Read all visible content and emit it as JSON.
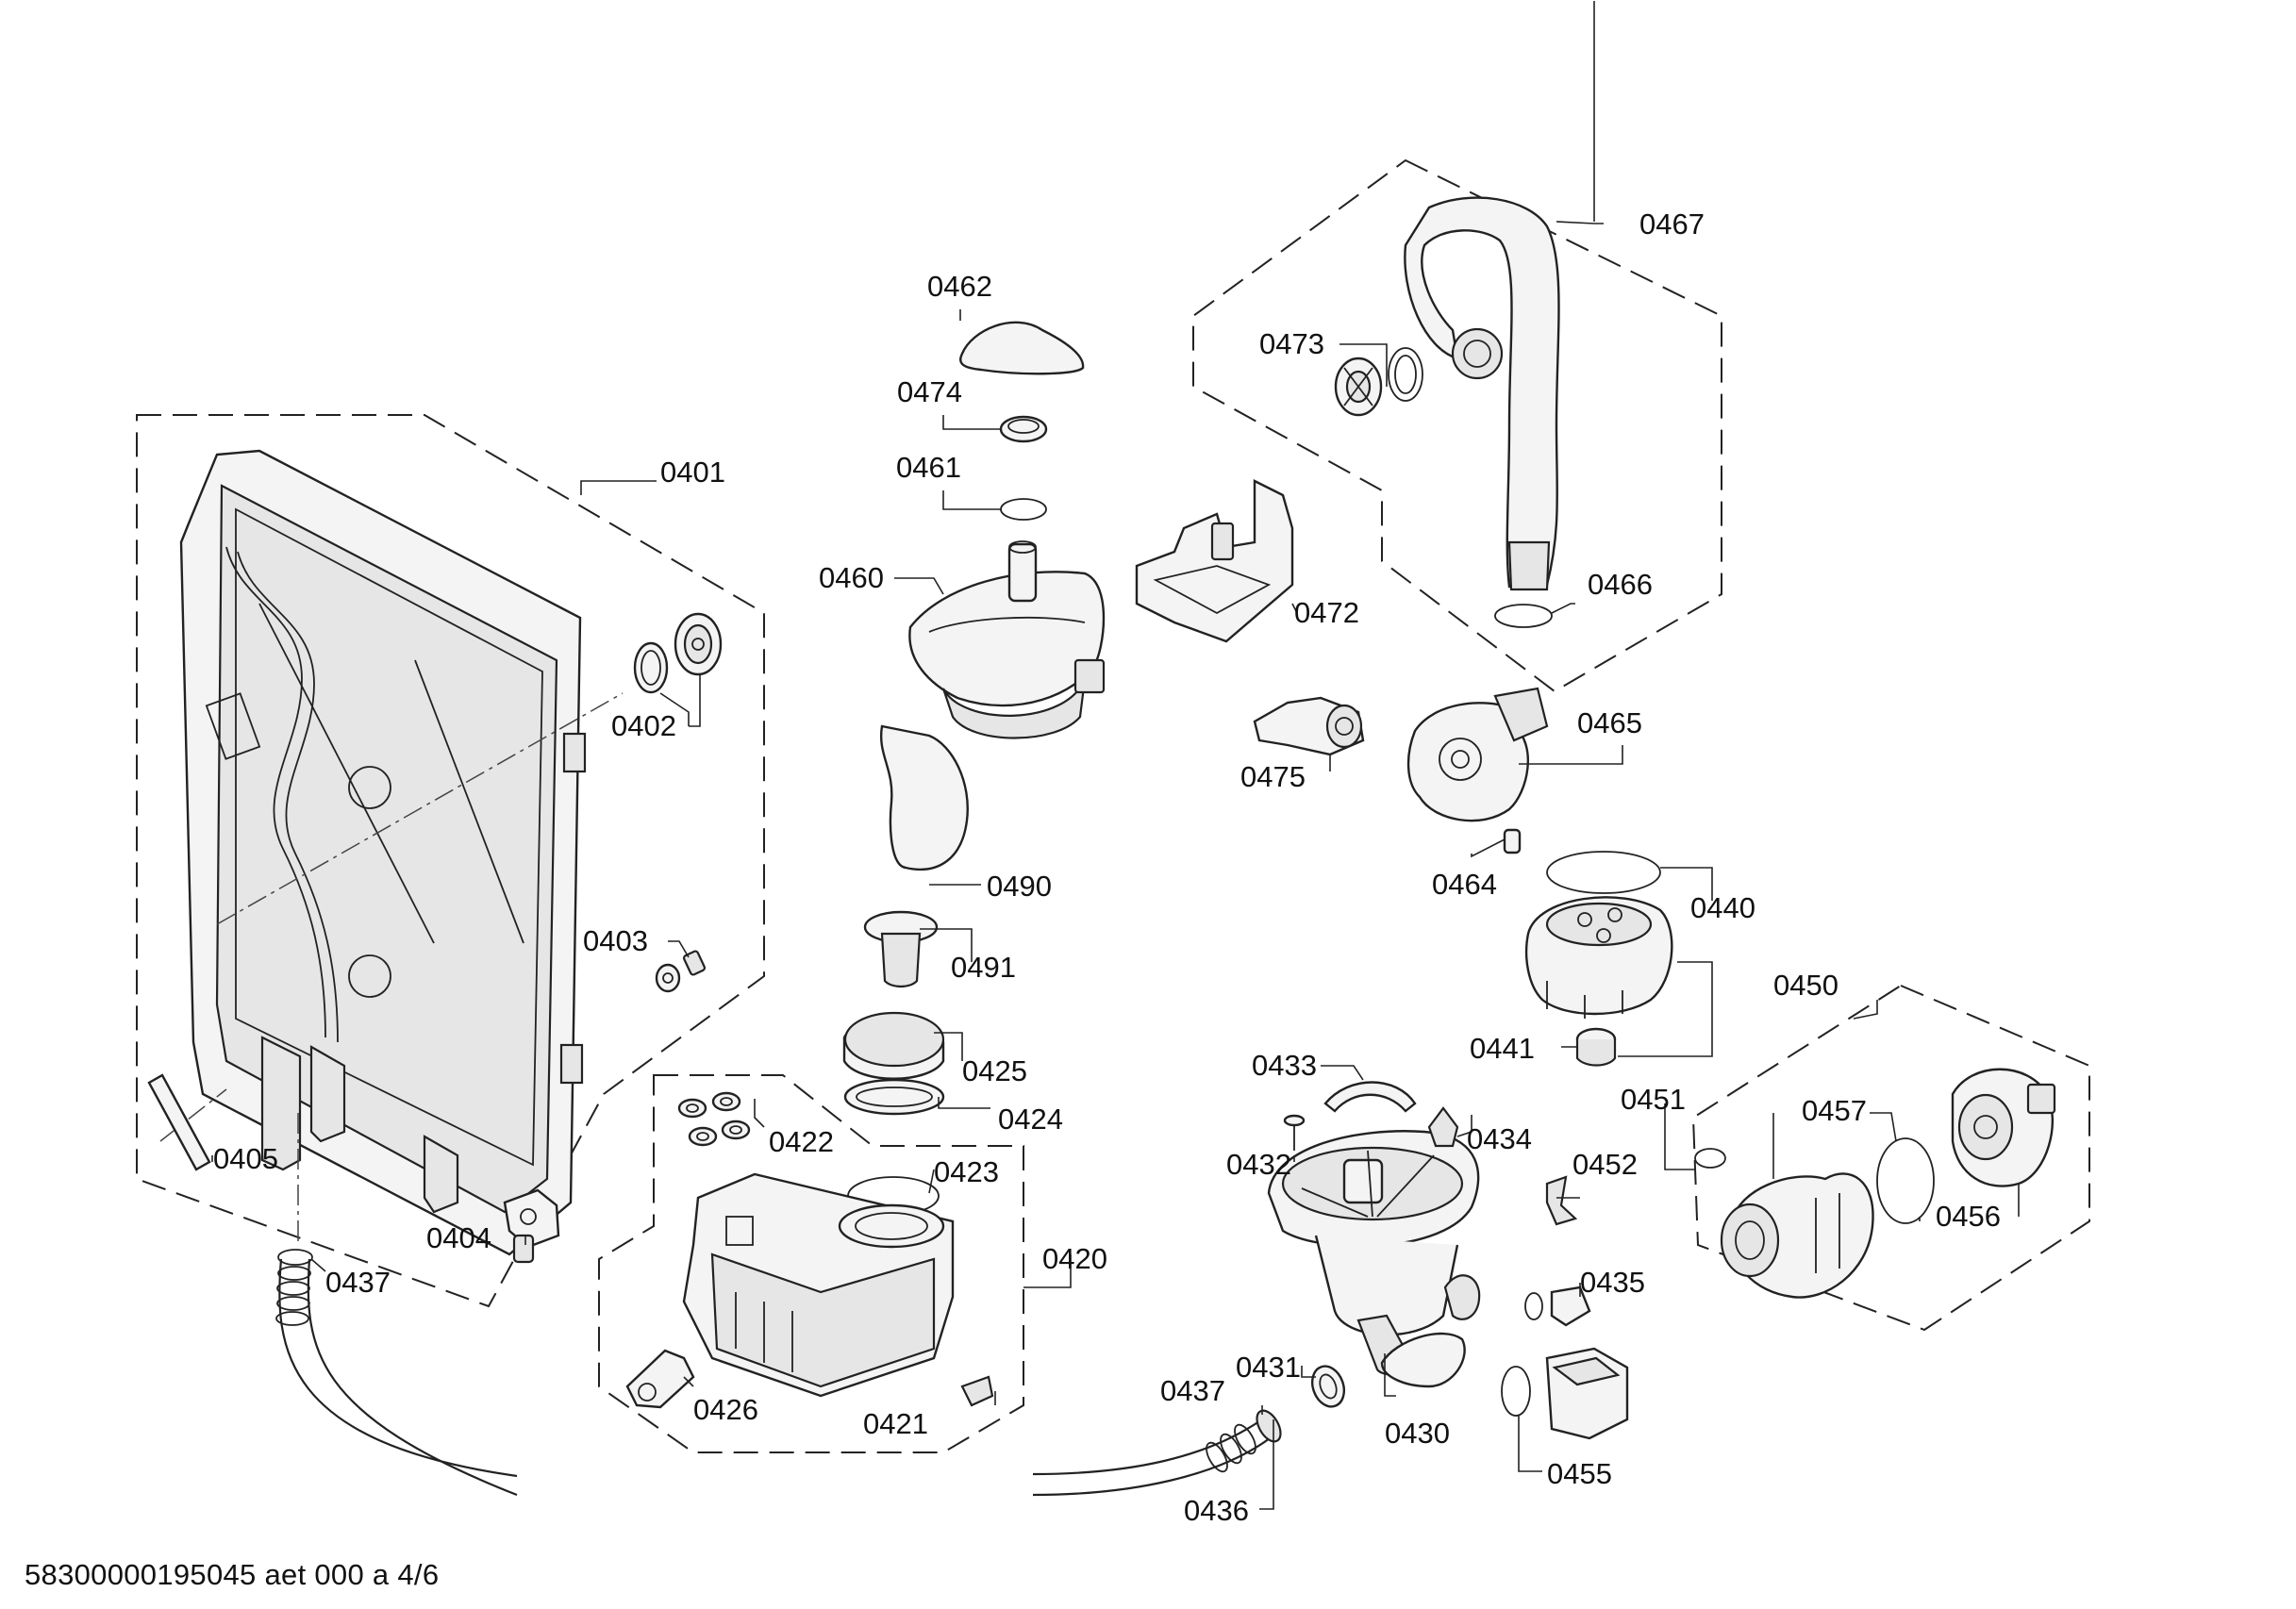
{
  "callouts": {
    "c0401": "0401",
    "c0402": "0402",
    "c0403": "0403",
    "c0404": "0404",
    "c0405": "0405",
    "c0420": "0420",
    "c0421": "0421",
    "c0422": "0422",
    "c0423": "0423",
    "c0424": "0424",
    "c0425": "0425",
    "c0426": "0426",
    "c0430": "0430",
    "c0431": "0431",
    "c0432": "0432",
    "c0433": "0433",
    "c0434": "0434",
    "c0435": "0435",
    "c0436": "0436",
    "c0437a": "0437",
    "c0437b": "0437",
    "c0440": "0440",
    "c0441": "0441",
    "c0450": "0450",
    "c0451": "0451",
    "c0452": "0452",
    "c0455": "0455",
    "c0456": "0456",
    "c0457": "0457",
    "c0460": "0460",
    "c0461": "0461",
    "c0462": "0462",
    "c0464": "0464",
    "c0465": "0465",
    "c0466": "0466",
    "c0467": "0467",
    "c0472": "0472",
    "c0473": "0473",
    "c0474": "0474",
    "c0475": "0475",
    "c0490": "0490",
    "c0491": "0491"
  },
  "footer": {
    "document_code": "58300000195045 aet 000 a 4/6"
  }
}
